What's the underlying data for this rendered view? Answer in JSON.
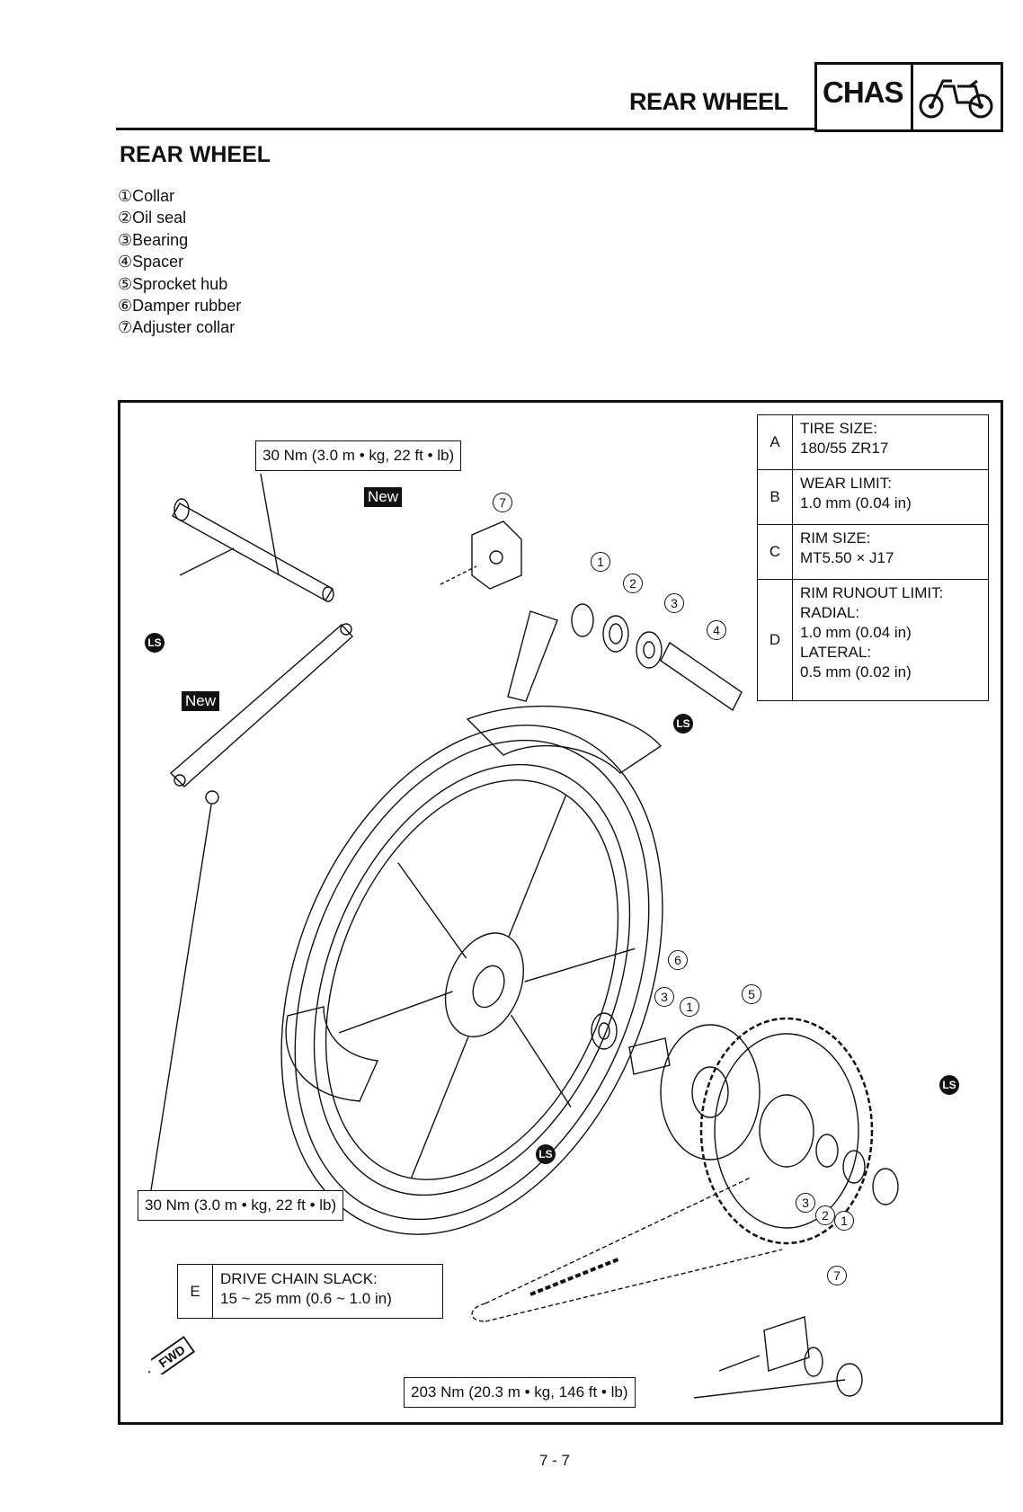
{
  "header": {
    "section_title": "REAR WHEEL",
    "chapter_tag": "CHAS",
    "chapter_icon": "motorcycle-icon"
  },
  "page_title": "REAR WHEEL",
  "parts": [
    {
      "num": "①",
      "label": "Collar"
    },
    {
      "num": "②",
      "label": "Oil seal"
    },
    {
      "num": "③",
      "label": "Bearing"
    },
    {
      "num": "④",
      "label": "Spacer"
    },
    {
      "num": "⑤",
      "label": "Sprocket hub"
    },
    {
      "num": "⑥",
      "label": "Damper rubber"
    },
    {
      "num": "⑦",
      "label": "Adjuster collar"
    }
  ],
  "specs": [
    {
      "letter": "A",
      "lines": [
        "TIRE SIZE:",
        "180/55 ZR17"
      ]
    },
    {
      "letter": "B",
      "lines": [
        "WEAR LIMIT:",
        "1.0 mm (0.04 in)"
      ]
    },
    {
      "letter": "C",
      "lines": [
        "RIM SIZE:",
        "MT5.50 × J17"
      ]
    },
    {
      "letter": "D",
      "lines": [
        "RIM RUNOUT LIMIT:",
        "RADIAL:",
        "1.0 mm (0.04 in)",
        "LATERAL:",
        "0.5 mm (0.02 in)"
      ]
    }
  ],
  "torque": {
    "adjuster_bolt": "30 Nm (3.0 m • kg, 22 ft • lb)",
    "link_bolt": "30 Nm (3.0 m • kg, 22 ft • lb)",
    "axle_nut": "203 Nm (20.3 m • kg, 146 ft • lb)"
  },
  "chain_slack": {
    "letter": "E",
    "lines": [
      "DRIVE CHAIN SLACK:",
      "15 ~ 25 mm (0.6 ~ 1.0 in)"
    ]
  },
  "new_tag": "New",
  "ls_tag": "LS",
  "fwd_tag": "FWD",
  "callouts": {
    "c7a": "7",
    "c1a": "1",
    "c2a": "2",
    "c3a": "3",
    "c4a": "4",
    "c6": "6",
    "c3b": "3",
    "c1b": "1",
    "c5": "5",
    "c3c": "3",
    "c2c": "2",
    "c1c": "1",
    "c7b": "7"
  },
  "page_number": "7 - 7"
}
